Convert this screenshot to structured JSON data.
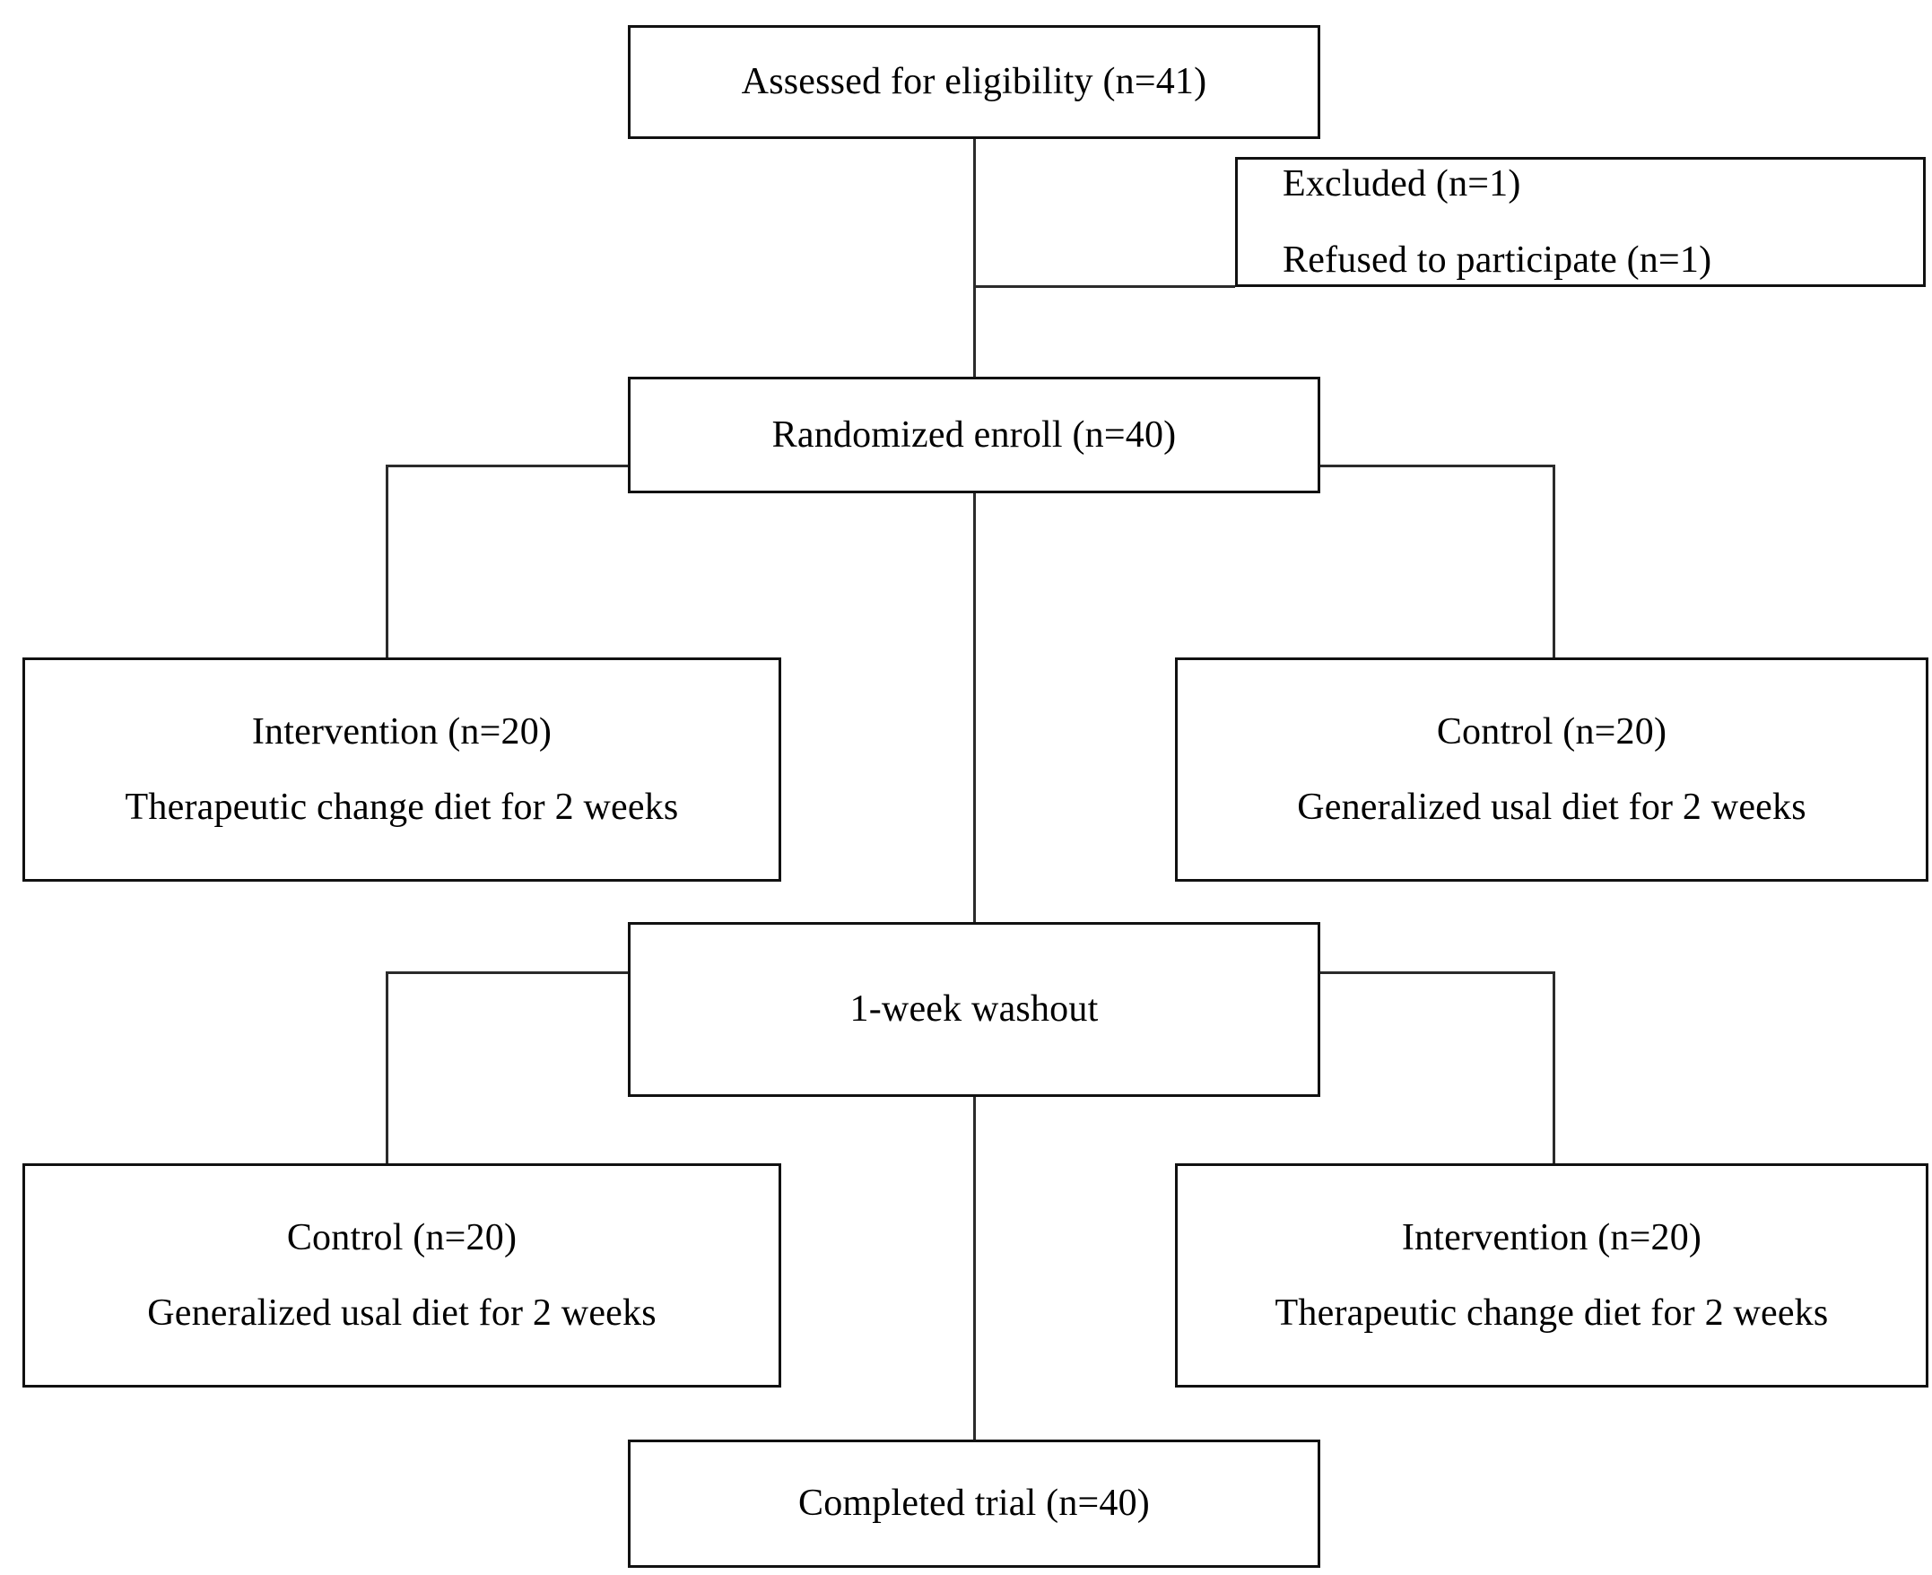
{
  "diagram": {
    "type": "consort-flow-diagram",
    "title": "CONSORT participant flow diagram (crossover trial)",
    "background_color": "#ffffff",
    "box_border_color": "#111111",
    "connector_color": "#2b2b2b",
    "text_color": "#000000"
  },
  "nodes": {
    "assessed": {
      "id": "assessed-for-eligibility",
      "lines": [
        "Assessed for eligibility (n=41)"
      ],
      "n": 41
    },
    "excluded": {
      "id": "excluded",
      "lines": [
        "Excluded (n=1)",
        "Refused to participate (n=1)"
      ],
      "line1": "Excluded (n=1)",
      "line2": "Refused to participate (n=1)",
      "n": 1
    },
    "randomized": {
      "id": "randomized-enroll",
      "lines": [
        "Randomized enroll (n=40)"
      ],
      "n": 40
    },
    "period1_left": {
      "id": "period1-intervention",
      "line1": "Intervention (n=20)",
      "line2": "Therapeutic change diet for 2 weeks",
      "n": 20
    },
    "period1_right": {
      "id": "period1-control",
      "line1": "Control (n=20)",
      "line2": "Generalized usal diet for 2 weeks",
      "n": 20
    },
    "washout": {
      "id": "one-week-washout",
      "lines": [
        "1-week washout"
      ],
      "line1": "1-week washout"
    },
    "period2_left": {
      "id": "period2-control",
      "line1": "Control (n=20)",
      "line2": "Generalized usal diet for 2 weeks",
      "n": 20
    },
    "period2_right": {
      "id": "period2-intervention",
      "line1": "Intervention (n=20)",
      "line2": "Therapeutic change diet for 2 weeks",
      "n": 20
    },
    "completed": {
      "id": "completed-trial",
      "lines": [
        "Completed trial (n=40)"
      ],
      "line1": "Completed trial (n=40)",
      "n": 40
    }
  },
  "flow": [
    {
      "from": "assessed",
      "to": "excluded",
      "style": "elbow-right"
    },
    {
      "from": "assessed",
      "to": "randomized",
      "style": "straight-down"
    },
    {
      "from": "randomized",
      "to": "period1_left",
      "style": "elbow-left"
    },
    {
      "from": "randomized",
      "to": "period1_right",
      "style": "elbow-right"
    },
    {
      "from": "randomized",
      "to": "washout",
      "style": "straight-down"
    },
    {
      "from": "washout",
      "to": "period2_left",
      "style": "elbow-left"
    },
    {
      "from": "washout",
      "to": "period2_right",
      "style": "elbow-right"
    },
    {
      "from": "washout",
      "to": "completed",
      "style": "straight-down"
    }
  ]
}
